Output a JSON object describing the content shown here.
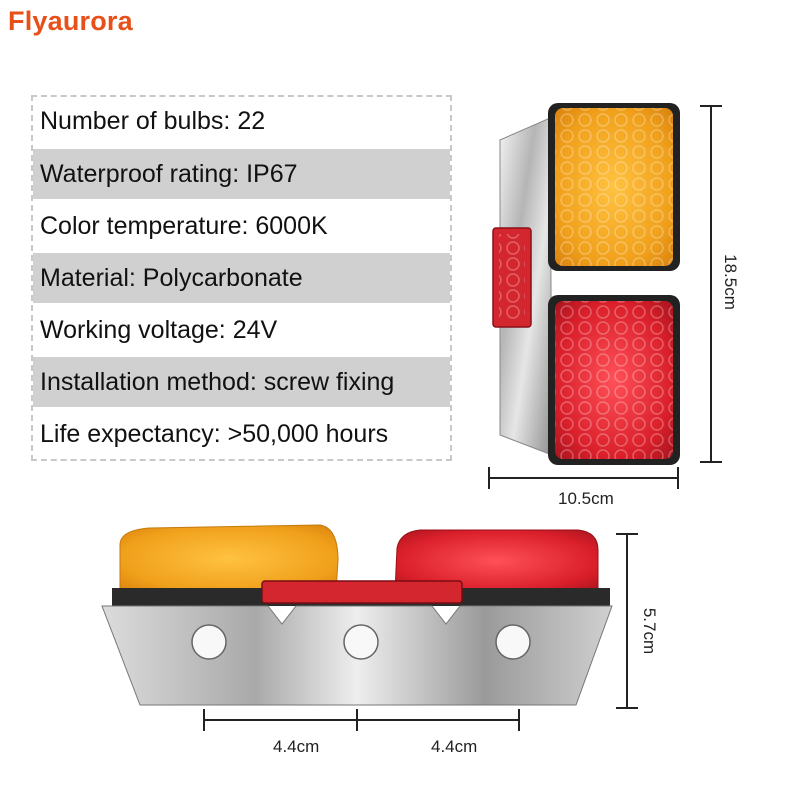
{
  "brand": "Flyaurora",
  "specs": [
    {
      "text": "Number of bulbs: 22",
      "shaded": false
    },
    {
      "text": "Waterproof rating: IP67",
      "shaded": true
    },
    {
      "text": "Color temperature: 6000K",
      "shaded": false
    },
    {
      "text": "Material: Polycarbonate",
      "shaded": true
    },
    {
      "text": "Working voltage: 24V",
      "shaded": false
    },
    {
      "text": "Installation method: screw fixing",
      "shaded": true
    },
    {
      "text": "Life expectancy: >50,000 hours",
      "shaded": false
    }
  ],
  "dimensions": {
    "height": "18.5cm",
    "width": "10.5cm",
    "depth": "5.7cm",
    "hole_spacing_left": "4.4cm",
    "hole_spacing_right": "4.4cm"
  },
  "colors": {
    "brand": "#e8501a",
    "amber": "#f2a01e",
    "red": "#d8202a",
    "chrome": "#b8b8b8"
  }
}
